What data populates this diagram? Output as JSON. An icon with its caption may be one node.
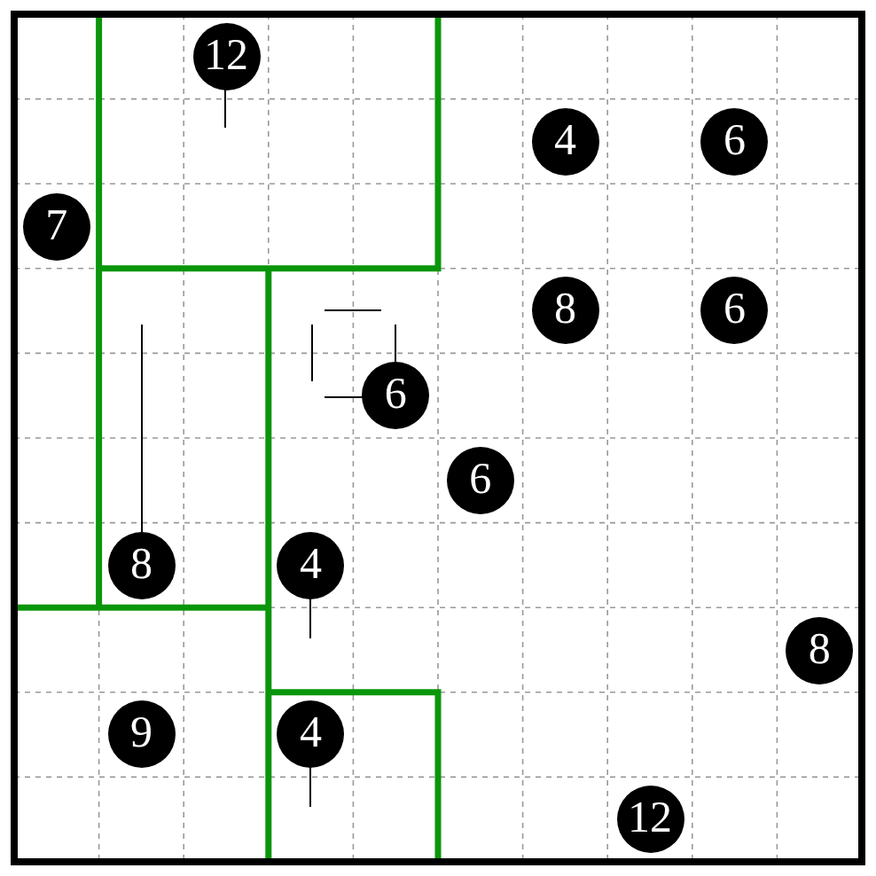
{
  "diagram": {
    "nodes": [
      {
        "text": [
          "12"
        ]
      },
      {
        "text": [
          "4"
        ]
      },
      {
        "text": [
          "6"
        ]
      },
      {
        "text": [
          "7"
        ]
      },
      {
        "text": [
          "8"
        ]
      },
      {
        "text": [
          "6"
        ]
      },
      {
        "text": [
          "6"
        ]
      },
      {
        "text": [
          "6"
        ]
      },
      {
        "text": [
          "8"
        ]
      },
      {
        "text": [
          "4"
        ]
      },
      {
        "text": [
          "8"
        ]
      },
      {
        "text": [
          "9"
        ]
      },
      {
        "text": [
          "4"
        ]
      },
      {
        "text": [
          "12"
        ]
      }
    ]
  }
}
